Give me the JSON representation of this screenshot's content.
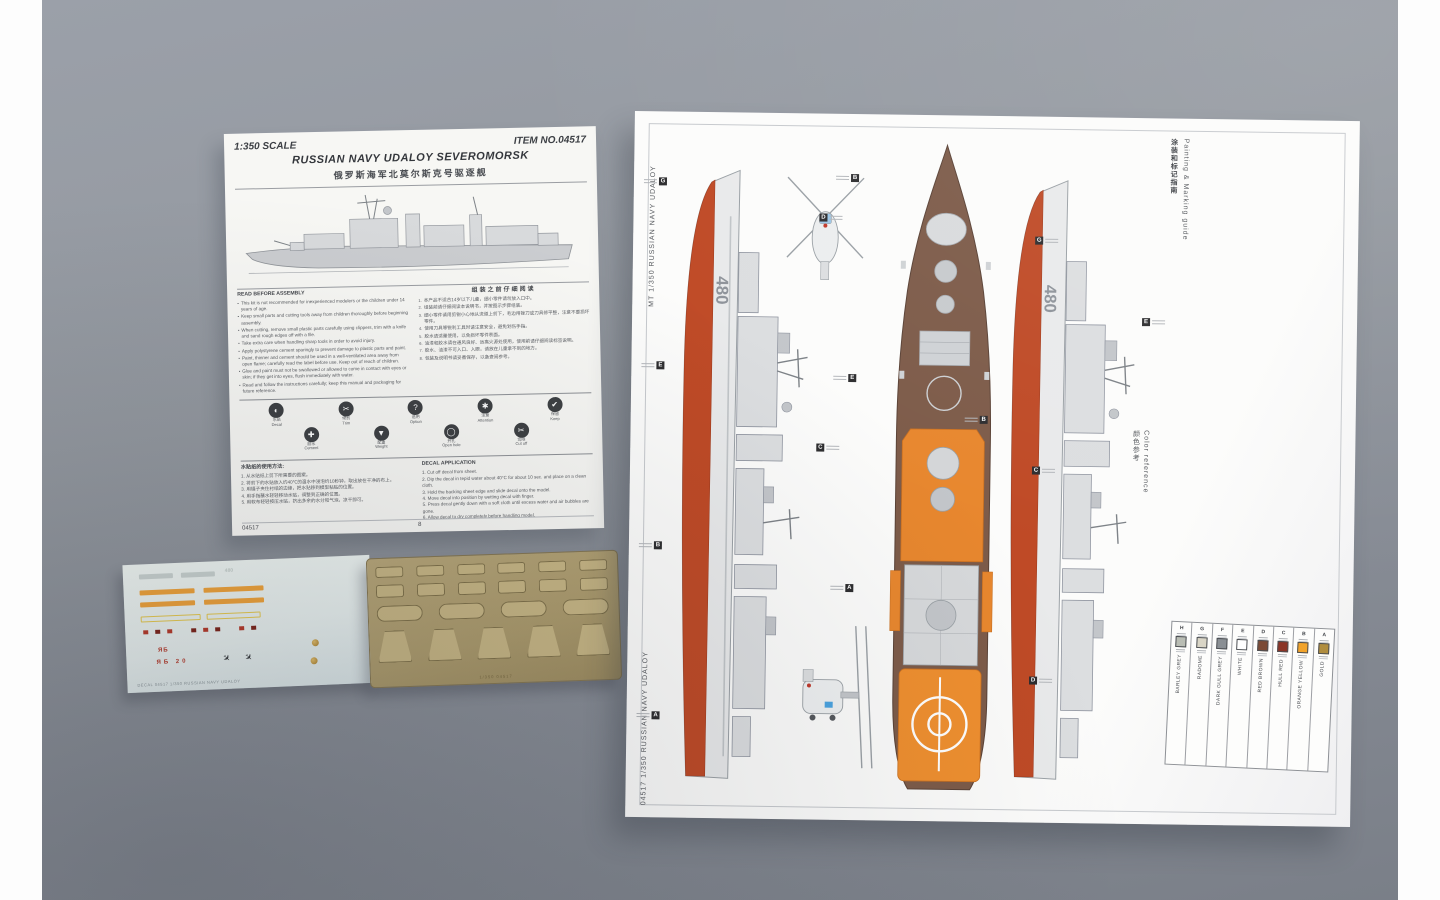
{
  "instruction_sheet": {
    "scale_label": "1:350 SCALE",
    "item_label": "ITEM NO.04517",
    "title_en": "RUSSIAN NAVY UDALOY SEVEROMORSK",
    "title_zh": "俄罗斯海军北莫尔斯克号驱逐舰",
    "read_before_title_en": "READ BEFORE ASSEMBLY",
    "read_before_title_zh": "组装之前仔细阅读",
    "notes_en": [
      "This kit is not recommended for inexperienced modelers or the children under 14 years of age.",
      "Keep small parts and cutting tools away from children thoroughly before beginning assembly.",
      "When cutting, remove small plastic parts carefully using clippers, trim with a knife and sand rough edges off with a file.",
      "Take extra care when handling sharp tools in order to avoid injury.",
      "Apply polystyrene cement sparingly to prevent damage to plastic parts and paint.",
      "Paint, thinner and cement should be used in a well-ventilated area away from open flame; carefully read the label before use. Keep out of reach of children.",
      "Glue and paint must not be swallowed or allowed to come in contact with eyes or skin; if they get into eyes, flush immediately with water.",
      "Read and follow the instructions carefully; keep this manual and packaging for future reference."
    ],
    "notes_zh": [
      "本产品不适合14岁以下儿童，细小零件请勿放入口中。",
      "组装前请仔细阅读本说明书，并按图示步骤组装。",
      "细小零件请用剪钳小心地从流道上剪下，毛边用锉刀或刀具修平整，注意不要损坏零件。",
      "使用刀具等锐利工具时请注意安全，避免划伤手指。",
      "胶水请适量使用，以免损坏零件表面。",
      "油漆和胶水请在通风良好、远离火源处使用，使用前请仔细阅读标签说明。",
      "胶水、油漆不可入口、入眼，请放在儿童拿不到的地方。",
      "包装及说明书请妥善保存，以备查阅参考。"
    ],
    "icons": [
      {
        "glyph": "◐",
        "zh": "水贴",
        "en": "Decal",
        "row": 1
      },
      {
        "glyph": "✂",
        "zh": "修剪",
        "en": "Trim",
        "row": 1
      },
      {
        "glyph": "?",
        "zh": "选用",
        "en": "Option",
        "row": 1
      },
      {
        "glyph": "✱",
        "zh": "注意",
        "en": "Attention",
        "row": 1
      },
      {
        "glyph": "✔",
        "zh": "保留",
        "en": "Keep",
        "row": 1
      },
      {
        "glyph": "✚",
        "zh": "胶水",
        "en": "Cement",
        "row": 2
      },
      {
        "glyph": "▼",
        "zh": "配重",
        "en": "Weight",
        "row": 2
      },
      {
        "glyph": "◯",
        "zh": "开孔",
        "en": "Open hole",
        "row": 2
      },
      {
        "glyph": "✂",
        "zh": "切除",
        "en": "Cut off",
        "row": 2
      }
    ],
    "decal_title_zh": "水贴纸的使用方法:",
    "decal_steps_zh": [
      "1. 从水贴纸上剪下所需要的图案。",
      "2. 将剪下的水贴放入约40℃的温水中浸泡约10秒钟，取出放在干净的布上。",
      "3. 用镊子夹住衬纸的边缘，把水贴移到模型粘贴的位置。",
      "4. 用手指蘸水轻轻移动水贴，调整到正确的位置。",
      "5. 用软布轻轻按压水贴，挤出多余的水分和气泡，凉干即可。"
    ],
    "decal_title_en": "DECAL APPLICATION",
    "decal_steps_en": [
      "Cut off decal from sheet.",
      "Dip the decal in tepid water about 40°C for about 10 sec. and place on a clean cloth.",
      "Hold the backing sheet edge and slide decal onto the model.",
      "Move decal into position by wetting decal with finger.",
      "Press decal gently down with a soft cloth until excess water and air bubbles are gone.",
      "Allow decal to dry completely before handling model."
    ],
    "footer_item": "04517",
    "footer_page": "8"
  },
  "decal_sheet": {
    "caption": "DECAL 04517 1/350 RUSSIAN NAVY UDALOY",
    "hull_number": "480",
    "red_mark": "ЯБ",
    "aircraft_glyph": "✈"
  },
  "etch_fret": {
    "etched_label": "1/350 04517"
  },
  "painting_guide": {
    "side_label_left": "MT 1/350 RUSSIAN NAVY UDALOY",
    "side_label_bottom": "04517 1/350 RUSSIAN NAVY UDALOY",
    "header_zh": "涂装和标记指南",
    "header_en": "Painting & Marking guide",
    "note_zh": "颜色参考",
    "note_en": "Color reference",
    "hull_number": "480",
    "callout_letters": [
      "G",
      "E",
      "B",
      "A",
      "D",
      "C",
      "B",
      "E",
      "A",
      "G",
      "C",
      "D",
      "B",
      "E"
    ],
    "color_chart": {
      "entries": [
        {
          "letter": "H",
          "name": "BARLEY GREY",
          "hex": "#b9bdb4"
        },
        {
          "letter": "G",
          "name": "RADOME",
          "hex": "#d9d5c6"
        },
        {
          "letter": "F",
          "name": "DARK GULL GREY",
          "hex": "#8a8f94"
        },
        {
          "letter": "E",
          "name": "WHITE",
          "hex": "#ffffff"
        },
        {
          "letter": "D",
          "name": "RED BROWN",
          "hex": "#7b4a35"
        },
        {
          "letter": "C",
          "name": "HULL RED",
          "hex": "#8b3426"
        },
        {
          "letter": "B",
          "name": "ORANGE YELLOW",
          "hex": "#f2a32a"
        },
        {
          "letter": "A",
          "name": "GOLD",
          "hex": "#b08d3e"
        }
      ]
    }
  },
  "colors": {
    "hull_red": "#bf4a26",
    "deck_brown": "#7d5b49",
    "deck_orange": "#e8872e",
    "helipad_orange": "#ef8f2f",
    "brass": "#b0a173",
    "backdrop_grey": "#8d929b"
  }
}
